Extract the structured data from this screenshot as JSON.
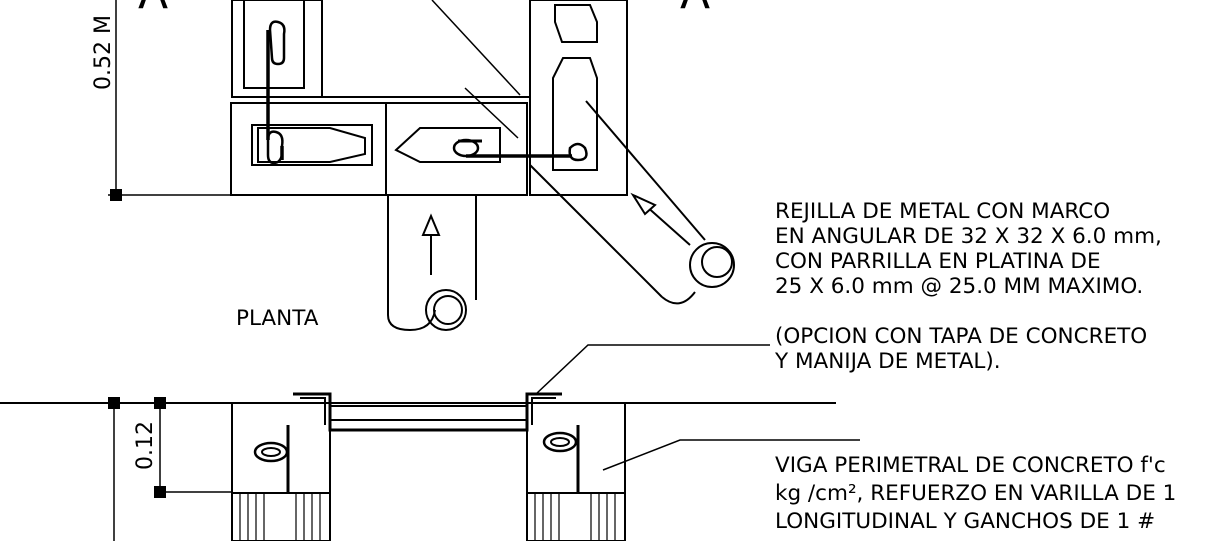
{
  "labels": {
    "plan_view": "PLANTA",
    "dim_top": "0.52 M",
    "dim_section": "0.12",
    "section_mark_left": "A",
    "section_mark_right": "A"
  },
  "notes": {
    "grate": [
      "REJILLA DE METAL CON MARCO",
      "EN ANGULAR DE 32 X 32 X 6.0 mm,",
      "CON PARRILLA EN PLATINA DE",
      "25 X 6.0 mm @ 25.0 MM MAXIMO.",
      "(OPCION CON TAPA DE CONCRETO",
      "Y MANIJA DE METAL)."
    ],
    "beam": [
      "VIGA PERIMETRAL DE CONCRETO f'c",
      "kg /cm², REFUERZO EN VARILLA DE 1",
      "LONGITUDINAL Y  GANCHOS DE 1 #"
    ]
  }
}
